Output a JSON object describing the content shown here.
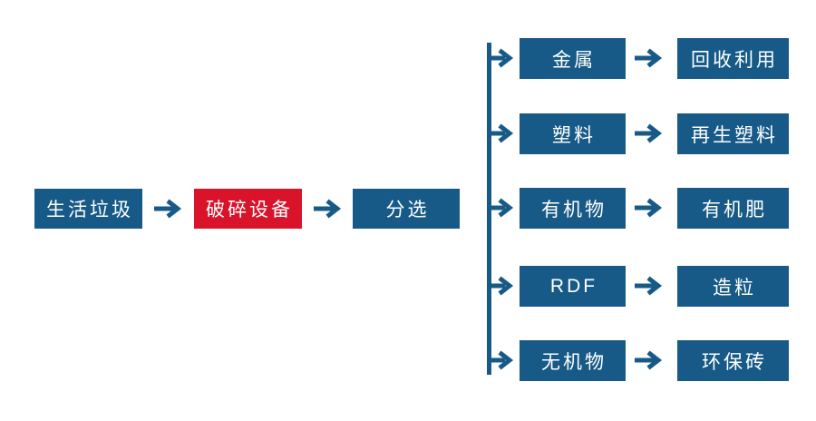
{
  "diagram": {
    "type": "flowchart",
    "background": "#ffffff",
    "colors": {
      "box_blue": "#175a87",
      "box_red": "#d9142a",
      "text": "#ffffff",
      "connector": "#175a87"
    },
    "main_flow": [
      {
        "label": "生活垃圾",
        "color": "blue"
      },
      {
        "label": "破碎设备",
        "color": "red"
      },
      {
        "label": "分选",
        "color": "blue"
      }
    ],
    "branches": [
      {
        "output": "金属",
        "result": "回收利用"
      },
      {
        "output": "塑料",
        "result": "再生塑料"
      },
      {
        "output": "有机物",
        "result": "有机肥"
      },
      {
        "output": "RDF",
        "result": "造粒"
      },
      {
        "output": "无机物",
        "result": "环保砖"
      }
    ]
  }
}
